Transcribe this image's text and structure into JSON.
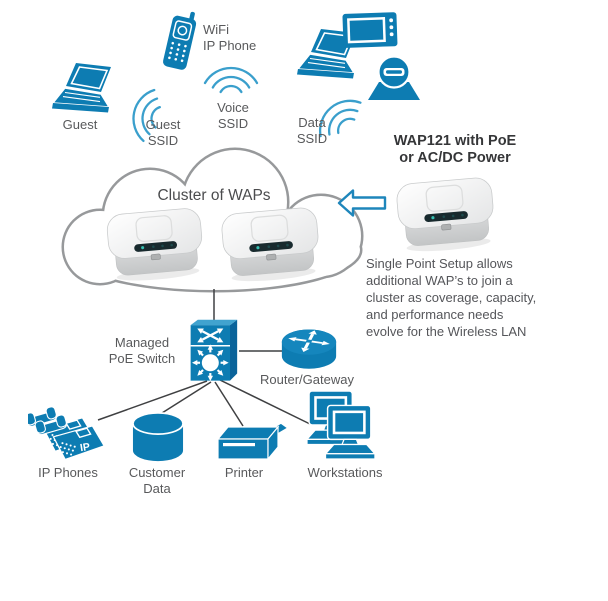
{
  "diagram_title": "Cluster of WAPs",
  "callout": {
    "text": "WAP121 with PoE\nor AC/DC Power"
  },
  "note": {
    "text": "Single Point Setup allows\nadditional WAP’s to join a\ncluster as coverage, capacity,\nand performance needs\nevolve for the Wireless LAN"
  },
  "wireless": {
    "guest": {
      "label": "Guest",
      "icon": "laptop-icon"
    },
    "guest_ssid": {
      "label": "Guest\nSSID",
      "icon": "wifi-signal-icon"
    },
    "voice_ssid": {
      "label": "Voice\nSSID",
      "icon": "wifi-signal-icon"
    },
    "data_ssid": {
      "label": "Data\nSSID",
      "icon": "wifi-signal-icon"
    },
    "wifi_ip_phone": {
      "label": "WiFi\nIP Phone",
      "icon": "mobile-phone-icon"
    },
    "data_devices": {
      "icons": [
        "laptop-icon",
        "display-icon",
        "surveillance-camera-icon"
      ]
    }
  },
  "cloud": {
    "title": "Cluster of WAPs",
    "devices": [
      "wap121-device",
      "wap121-device"
    ]
  },
  "wap_unit": {
    "icon": "wap121-device",
    "pointer": "left-arrow-icon"
  },
  "wired": {
    "switch": {
      "label": "Managed\nPoE Switch",
      "icon": "poe-switch-icon"
    },
    "router": {
      "label": "Router/Gateway",
      "icon": "router-icon"
    },
    "ip_phones": {
      "label": "IP Phones",
      "badge": "IP",
      "icon": "desk-phone-icon"
    },
    "customer_data": {
      "label": "Customer\nData",
      "icon": "database-icon"
    },
    "printer": {
      "label": "Printer",
      "icon": "printer-icon"
    },
    "workstations": {
      "label": "Workstations",
      "icon": "desktop-computer-icon"
    }
  },
  "colors": {
    "icon_blue": "#0d7cb2",
    "icon_blue_light": "#41a3cf",
    "icon_blue_dark": "#0a639a",
    "signal_blue": "#3a9fcc",
    "label_gray": "#58595b",
    "line_gray": "#3f4042",
    "cloud_border": "#97999b",
    "led_teal": "#35c0b2",
    "arrow_blue": "#1e86bb"
  }
}
